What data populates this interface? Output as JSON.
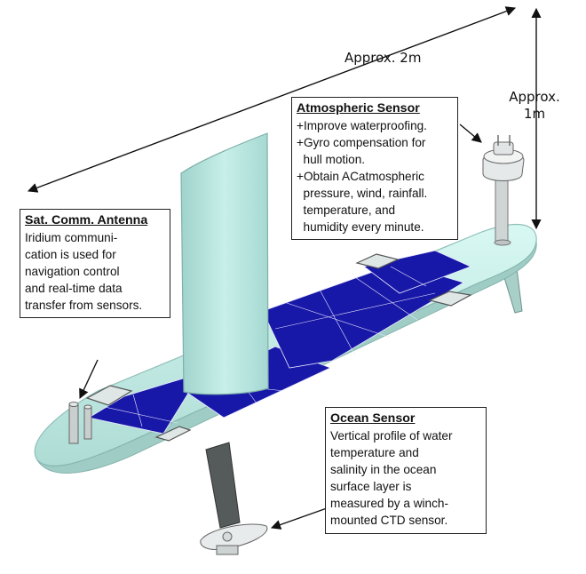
{
  "dimensions": {
    "length_label": "Approx. 2m",
    "height_label_line1": "Approx.",
    "height_label_line2": "1m"
  },
  "callouts": {
    "atmospheric": {
      "title": "Atmospheric Sensor",
      "lines": [
        "+Improve waterproofing.",
        "+Gyro compensation for",
        "  hull motion.",
        "+Obtain ACatmospheric",
        "  pressure, wind, rainfall.",
        "  temperature, and",
        "  humidity every minute."
      ]
    },
    "antenna": {
      "title": "Sat. Comm. Antenna",
      "lines": [
        "Iridium communi-",
        "cation is used for",
        "navigation control",
        "and real-time data",
        "transfer from sensors."
      ]
    },
    "ocean": {
      "title": "Ocean Sensor",
      "lines": [
        "Vertical profile of water",
        "temperature and",
        "salinity in the ocean",
        "surface layer is",
        "measured by a winch-",
        "mounted CTD sensor."
      ]
    }
  },
  "colors": {
    "hull": "#ccf4ee",
    "hull_edge": "#8fbfb8",
    "solar_panel": "#1818a8",
    "sail": "#b9e6e0",
    "keel": "#555a5a"
  }
}
